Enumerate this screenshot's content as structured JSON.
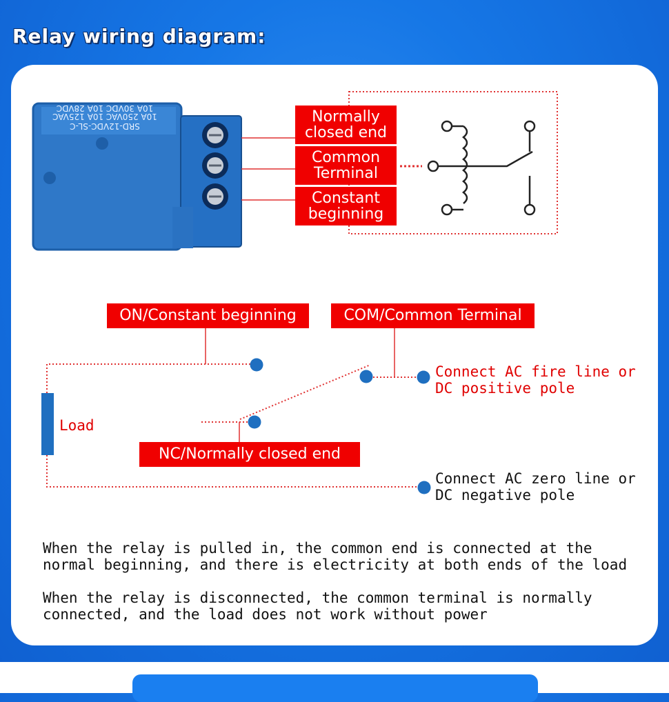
{
  "title": "Relay wiring diagram:",
  "relay": {
    "model": "SRD-12VDC-SL-C",
    "rating_line1": "10A 250VAC  10A 125VAC",
    "rating_line2": "10A  30VDC  10A  28VDC"
  },
  "top_labels": {
    "normally_closed": [
      "Normally",
      "closed end"
    ],
    "common": [
      "Common",
      "Terminal"
    ],
    "constant": [
      "Constant",
      "beginning"
    ]
  },
  "circuit": {
    "on_label": "ON/Constant beginning",
    "com_label": "COM/Common Terminal",
    "nc_label": "NC/Normally  closed end",
    "load_label": "Load",
    "ac_fire": [
      "Connect AC fire line or",
      "DC positive pole"
    ],
    "ac_zero": [
      "Connect AC zero line or",
      "DC negative pole"
    ]
  },
  "notes": [
    [
      "When the relay is pulled in, the common end is connected at the",
      "normal beginning, and there is electricity at both ends of the load"
    ],
    [
      "When the relay is disconnected, the common terminal is normally",
      "connected, and the load does not work without power"
    ]
  ],
  "colors": {
    "background": "#1677e6",
    "label_red": "#f00000",
    "dot_blue": "#1f6fc0",
    "relay_blue": "#2f78c8"
  }
}
